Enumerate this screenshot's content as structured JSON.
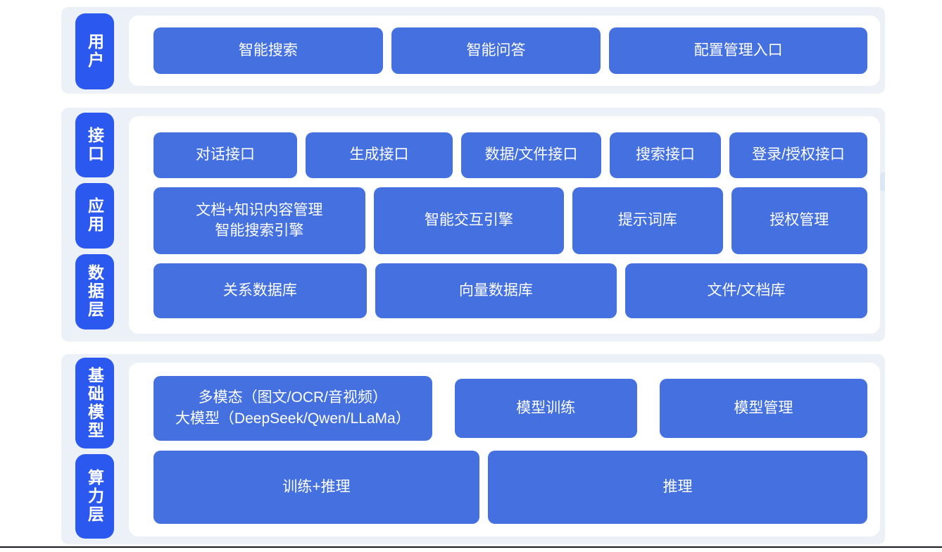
{
  "colors": {
    "layer_label_blue": "#2b58ef",
    "node_blue": "#4470e0",
    "band_background": "#ecf1f8",
    "panel_background": "#ffffff",
    "text": "#ffffff",
    "bottom_rule": "#17191e"
  },
  "sections": [
    {
      "side_labels": [
        "用户"
      ],
      "rows": [
        [
          [
            "智能搜索"
          ],
          [
            "智能问答"
          ],
          [
            "配置管理入口"
          ]
        ]
      ]
    },
    {
      "side_labels": [
        "接口",
        "应用",
        "数据层"
      ],
      "rows": [
        [
          [
            "对话接口"
          ],
          [
            "生成接口"
          ],
          [
            "数据/文件接口"
          ],
          [
            "搜索接口"
          ],
          [
            "登录/授权接口"
          ]
        ],
        [
          [
            "文档+知识内容管理",
            "智能搜索引擎"
          ],
          [
            "智能交互引擎"
          ],
          [
            "提示词库"
          ],
          [
            "授权管理"
          ]
        ],
        [
          [
            "关系数据库"
          ],
          [
            "向量数据库"
          ],
          [
            "文件/文档库"
          ]
        ]
      ]
    },
    {
      "side_labels": [
        "基础模型",
        "算力层"
      ],
      "rows": [
        [
          [
            "多模态（图文/OCR/音视频）",
            "大模型（DeepSeek/Qwen/LLaMa）"
          ],
          [
            "模型训练"
          ],
          [
            "模型管理"
          ]
        ],
        [
          [
            "训练+推理"
          ],
          [
            "推理"
          ]
        ]
      ]
    }
  ]
}
